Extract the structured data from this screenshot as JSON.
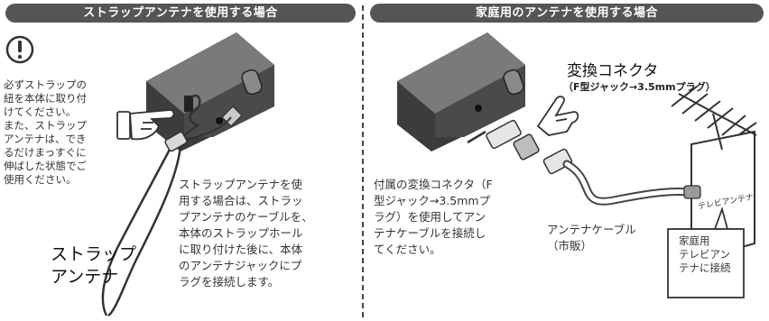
{
  "left_section": {
    "title": "ストラップアンテナを使用する場合",
    "caution_text": [
      "必ずストラップの",
      "紐を本体に取り付",
      "けてください。",
      "また、ストラップ",
      "アンテナは、でき",
      "るだけまっすぐに",
      "伸ばした状態でご",
      "使用ください。"
    ],
    "description": [
      "ストラップアンテナを使",
      "用する場合は、ストラッ",
      "プアンテナのケーブルを、",
      "本体のストラップホール",
      "に取り付けた後に、本体",
      "のアンテナジャックにプ",
      "ラグを接続します。"
    ],
    "label_line1": "ストラップ",
    "label_line2": "アンテナ"
  },
  "right_section": {
    "title": "家庭用のアンテナを使用する場合",
    "converter_label": "変換コネクタ",
    "converter_sub": "（F型ジャック→3.5mmプラグ）",
    "description": [
      "付属の変換コネクタ（F",
      "型ジャック→3.5mmプ",
      "ラグ）を使用してアン",
      "テナケーブルを接続し",
      "てください。"
    ],
    "cable_label_line1": "アンテナケーブル",
    "cable_label_line2": "（市販）",
    "outlet_label": "テレビアンテナ",
    "callout": [
      "家庭用",
      "テレビアン",
      "テナに接続"
    ]
  },
  "colors": {
    "banner": "#555555",
    "device_top": "#6b6b6b",
    "device_side": "#3c3c3c"
  }
}
